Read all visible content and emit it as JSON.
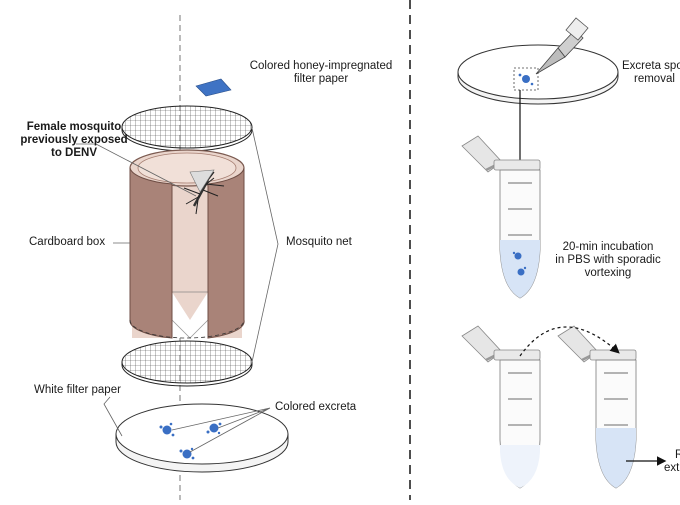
{
  "left_panel": {
    "colored_filter_label": [
      "Colored honey-impregnated",
      "filter paper"
    ],
    "female_mosquito_label": [
      "Female mosquito",
      "previously exposed",
      "to DENV"
    ],
    "cardboard_box_label": "Cardboard box",
    "mosquito_net_label": "Mosquito net",
    "white_filter_label": "White filter paper",
    "colored_excreta_label": "Colored excreta"
  },
  "right_panel": {
    "excreta_removal_label": [
      "Excreta spo",
      "removal"
    ],
    "incubation_label": [
      "20-min incubation",
      "in PBS with sporadic",
      "vortexing"
    ],
    "extraction_label": [
      "R",
      "ext"
    ]
  },
  "colors": {
    "cardboard": "#a98378",
    "cardboard_inner": "#ead5cc",
    "honey_filter": "#3f73c4",
    "excreta": "#3a6fc4",
    "pbs_liquid": "#d7e4f6",
    "tube_cap": "#e6e6e6"
  }
}
